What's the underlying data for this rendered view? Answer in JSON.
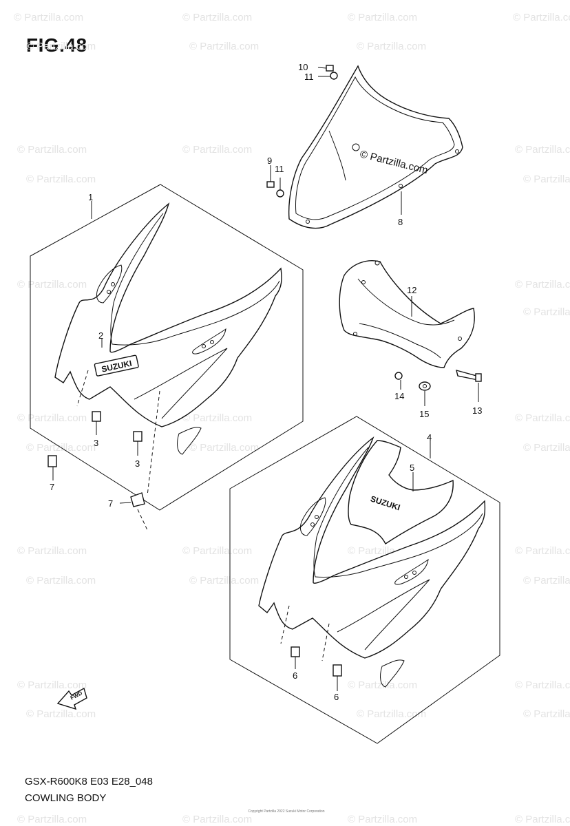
{
  "figure": {
    "title": "FIG.48",
    "model_code": "GSX-R600K8 E03 E28_048",
    "group_name": "COWLING BODY",
    "copyright": "Copyright Partzilla 2022 Suzuki Motor Corporation"
  },
  "watermark": "© Partzilla.com",
  "diagram_watermark": "© Partzilla.com",
  "badges": {
    "brand_front": "SUZUKI",
    "brand_alt": "SUZUKI",
    "fwd": "FWD"
  },
  "callouts": [
    {
      "id": "1",
      "label": "1"
    },
    {
      "id": "2",
      "label": "2"
    },
    {
      "id": "3a",
      "label": "3"
    },
    {
      "id": "3b",
      "label": "3"
    },
    {
      "id": "4",
      "label": "4"
    },
    {
      "id": "5",
      "label": "5"
    },
    {
      "id": "6a",
      "label": "6"
    },
    {
      "id": "6b",
      "label": "6"
    },
    {
      "id": "7a",
      "label": "7"
    },
    {
      "id": "7b",
      "label": "7"
    },
    {
      "id": "8",
      "label": "8"
    },
    {
      "id": "9",
      "label": "9"
    },
    {
      "id": "10",
      "label": "10"
    },
    {
      "id": "11a",
      "label": "11"
    },
    {
      "id": "11b",
      "label": "11"
    },
    {
      "id": "12",
      "label": "12"
    },
    {
      "id": "13",
      "label": "13"
    },
    {
      "id": "14",
      "label": "14"
    },
    {
      "id": "15",
      "label": "15"
    }
  ]
}
